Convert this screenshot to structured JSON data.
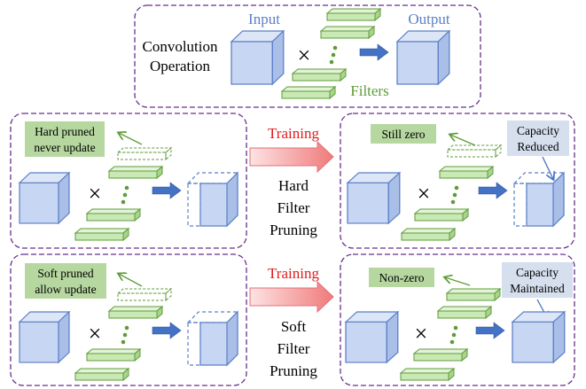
{
  "top": {
    "input_label": "Input",
    "output_label": "Output",
    "title_line1": "Convolution",
    "title_line2": "Operation",
    "filters_label": "Filters",
    "times_symbol": "×"
  },
  "hard": {
    "note_line1": "Hard pruned",
    "note_line2": "never update",
    "arrow_label": "Training",
    "method_line1": "Hard",
    "method_line2": "Filter",
    "method_line3": "Pruning",
    "result_note": "Still zero",
    "capacity_line1": "Capacity",
    "capacity_line2": "Reduced",
    "times_symbol": "×"
  },
  "soft": {
    "note_line1": "Soft pruned",
    "note_line2": "allow update",
    "arrow_label": "Training",
    "method_line1": "Soft",
    "method_line2": "Filter",
    "method_line3": "Pruning",
    "result_note": "Non-zero",
    "capacity_line1": "Capacity",
    "capacity_line2": "Maintained",
    "times_symbol": "×"
  },
  "colors": {
    "frame": "#6b2f8f",
    "input_blue": "#5b7fc7",
    "filter_green": "#5f9b3a",
    "filter_fill": "#c9e9b4",
    "cube_fill": "#c7d6f2",
    "cube_stroke": "#5b7fc7",
    "arrow_blue": "#4472c4",
    "training_red": "#e31a1c",
    "note_green": "#b6d7a0",
    "note_blue": "#d6dfee"
  }
}
